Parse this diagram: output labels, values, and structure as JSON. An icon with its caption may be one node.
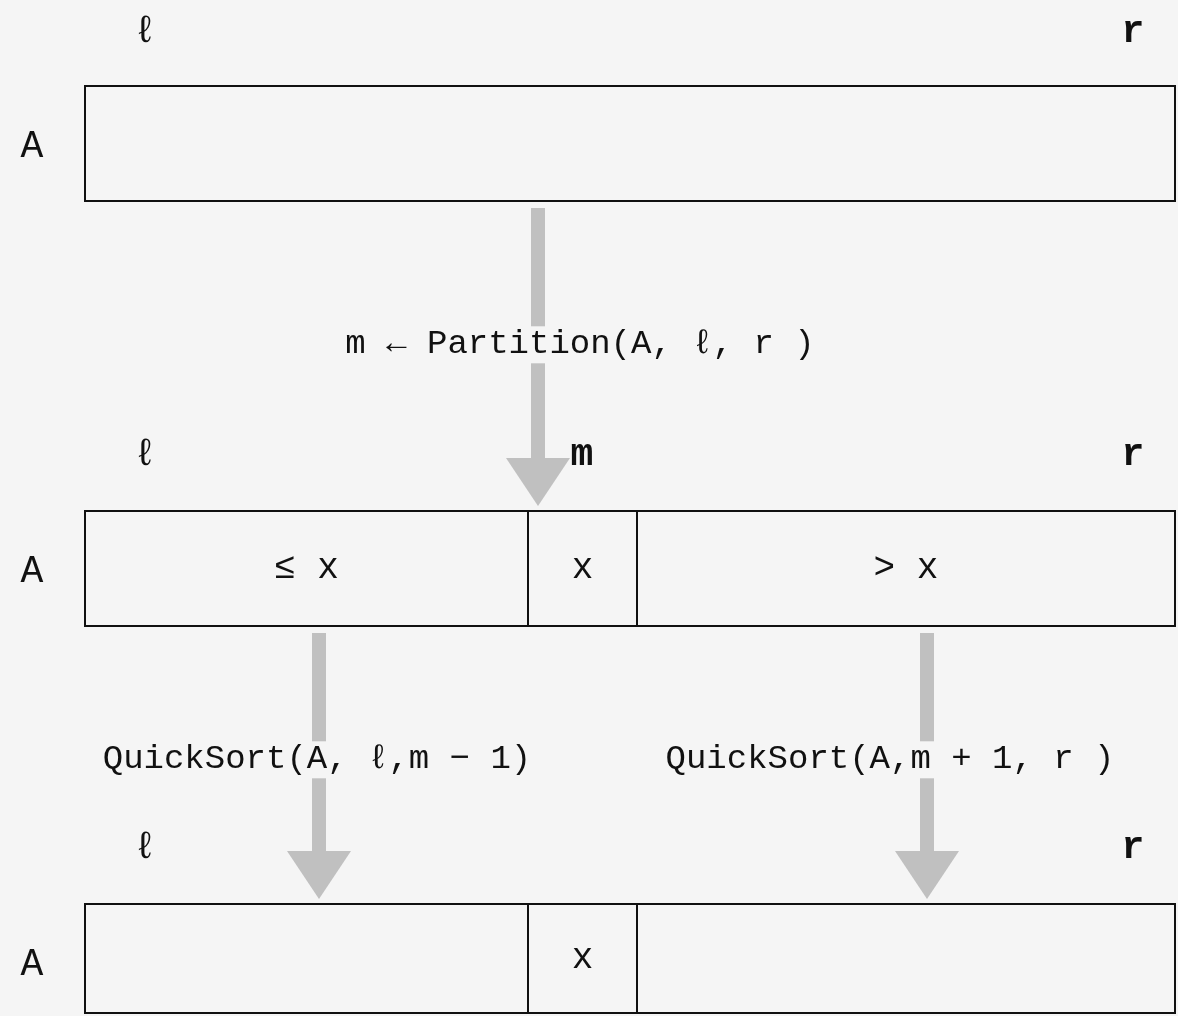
{
  "diagram": {
    "nodes": [
      {
        "text": [],
        "shape": "box"
      },
      {
        "text": [
          "≤ x"
        ]
      },
      {
        "text": [
          "x"
        ]
      },
      {
        "text": [
          "> x"
        ]
      },
      {
        "text": [],
        "shape": "box"
      },
      {
        "text": [
          "x"
        ]
      },
      {
        "text": [],
        "shape": "box"
      }
    ],
    "edges": [
      {
        "from": 0,
        "to": 2,
        "arrow": "to",
        "label": "m ← Partition(A, ℓ, r )"
      },
      {
        "from": 1,
        "to": 4,
        "arrow": "to",
        "label": "QuickSort(A, ℓ,m − 1)"
      },
      {
        "from": 3,
        "to": 6,
        "arrow": "to",
        "label": "QuickSort(A,m + 1, r )"
      }
    ],
    "labels": [
      "ℓ",
      "r",
      "A",
      "ℓ",
      "m",
      "r",
      "A",
      "ℓ",
      "r",
      "A"
    ]
  }
}
